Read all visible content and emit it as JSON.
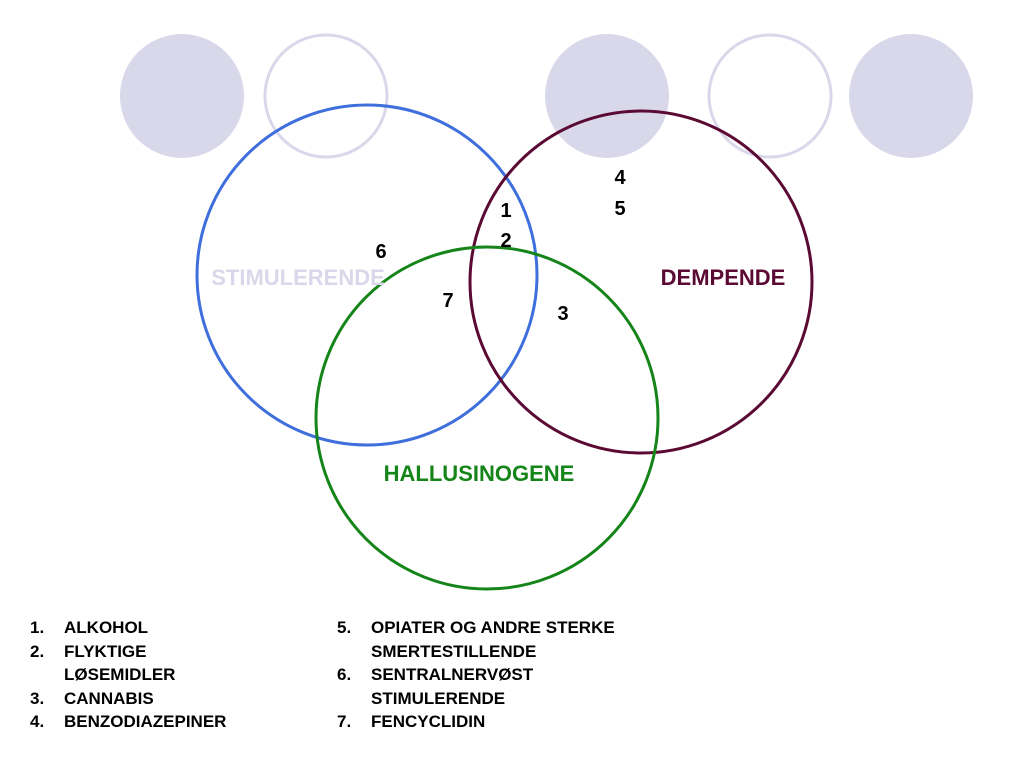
{
  "decor": {
    "fill_color": "#d9d8ea",
    "outline_color": "#d9d8ea"
  },
  "sets": {
    "stimulerende": {
      "label": "STIMULERENDE",
      "color": "#3f6fdc",
      "label_color": "#d9d8ea"
    },
    "dempende": {
      "label": "DEMPENDE",
      "color": "#5b0a33",
      "label_color": "#5b0a33"
    },
    "hallusinogene": {
      "label": "HALLUSINOGENE",
      "color": "#15851a",
      "label_color": "#15851a"
    }
  },
  "region_numbers": {
    "stim_dem": [
      "1",
      "2"
    ],
    "dem_only": [
      "4",
      "5"
    ],
    "stim_only": "6",
    "stim_hall": "7",
    "dem_hall": "3"
  },
  "legend": {
    "left": [
      {
        "n": "1.",
        "text": "ALKOHOL"
      },
      {
        "n": "2.",
        "text": "FLYKTIGE LØSEMIDLER"
      },
      {
        "n": "3.",
        "text": "CANNABIS"
      },
      {
        "n": "4.",
        "text": "BENZODIAZEPINER"
      }
    ],
    "right": [
      {
        "n": "5.",
        "text": "OPIATER OG ANDRE STERKE SMERTESTILLENDE"
      },
      {
        "n": "6.",
        "text": "SENTRALNERVØST STIMULERENDE"
      },
      {
        "n": "7.",
        "text": "FENCYCLIDIN"
      }
    ]
  }
}
